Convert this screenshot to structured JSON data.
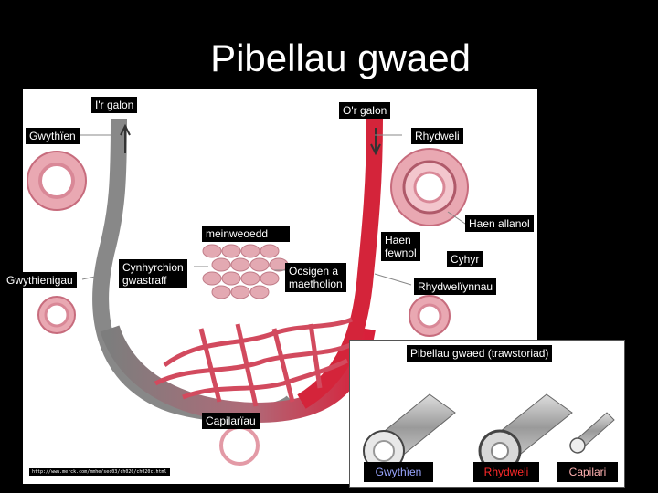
{
  "title": "Pibellau gwaed",
  "labels": {
    "ir_galon": "I'r galon",
    "or_galon": "O'r galon",
    "gwythien": "Gwythïen",
    "rhydweli": "Rhydweli",
    "haen_allanol": "Haen allanol",
    "meinweoedd": "meinweoedd",
    "haen_fewnol": "Haen\nfewnol",
    "cyhyr": "Cyhyr",
    "gwythienigau": "Gwythienigau",
    "cynhyrchion": "Cynhyrchion\ngwastraff",
    "ocsigen": "Ocsigen a\nmaetholion",
    "rhydwelynnau": "Rhydwelïynnau",
    "trawstoriad": "Pibellau gwaed (trawstoriad)",
    "capilariau": "Capilarïau"
  },
  "inset_labels": {
    "gwythien": "Gwythïen",
    "rhydweli": "Rhydweli",
    "capilari": "Capilari"
  },
  "url": "http://www.merck.com/mmhe/sec03/ch020/ch020c.html",
  "colors": {
    "vein": "#8a8a8a",
    "artery": "#d4243a",
    "gwythien_text": "#9aa6ff",
    "rhydweli_text": "#ff2a2a",
    "capilari_text": "#ffb0b0"
  }
}
